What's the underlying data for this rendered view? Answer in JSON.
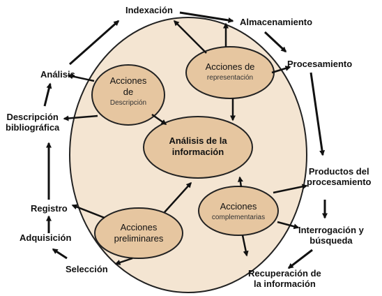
{
  "colors": {
    "circle_fill": "#f4e5d2",
    "ellipse_fill": "#e6c6a0",
    "stroke": "#111111",
    "arrow": "#111111"
  },
  "center": {
    "line1": "Análisis de la",
    "line2": "información"
  },
  "ellipses": {
    "descripcion": {
      "line1": "Acciones",
      "line2": "de",
      "line3": "Descripción"
    },
    "representacion": {
      "line1": "Acciones de",
      "line2": "representación"
    },
    "preliminares": {
      "line1": "Acciones",
      "line2": "preliminares"
    },
    "complementarias": {
      "line1": "Acciones",
      "line2": "complementarias"
    }
  },
  "outer": {
    "indexacion": "Indexación",
    "almacenamiento": "Almacenamiento",
    "procesamiento": "Procesamiento",
    "productos": {
      "line1": "Productos del",
      "line2": "procesamiento"
    },
    "interrogacion": {
      "line1": "Interrogación y",
      "line2": "búsqueda"
    },
    "recuperacion": {
      "line1": "Recuperación de",
      "line2": "la información"
    },
    "seleccion": "Selección",
    "adquisicion": "Adquisición",
    "registro": "Registro",
    "descripcion_bibliografica": {
      "line1": "Descripción",
      "line2": "bibliográfica"
    },
    "analisis": "Análisis"
  }
}
